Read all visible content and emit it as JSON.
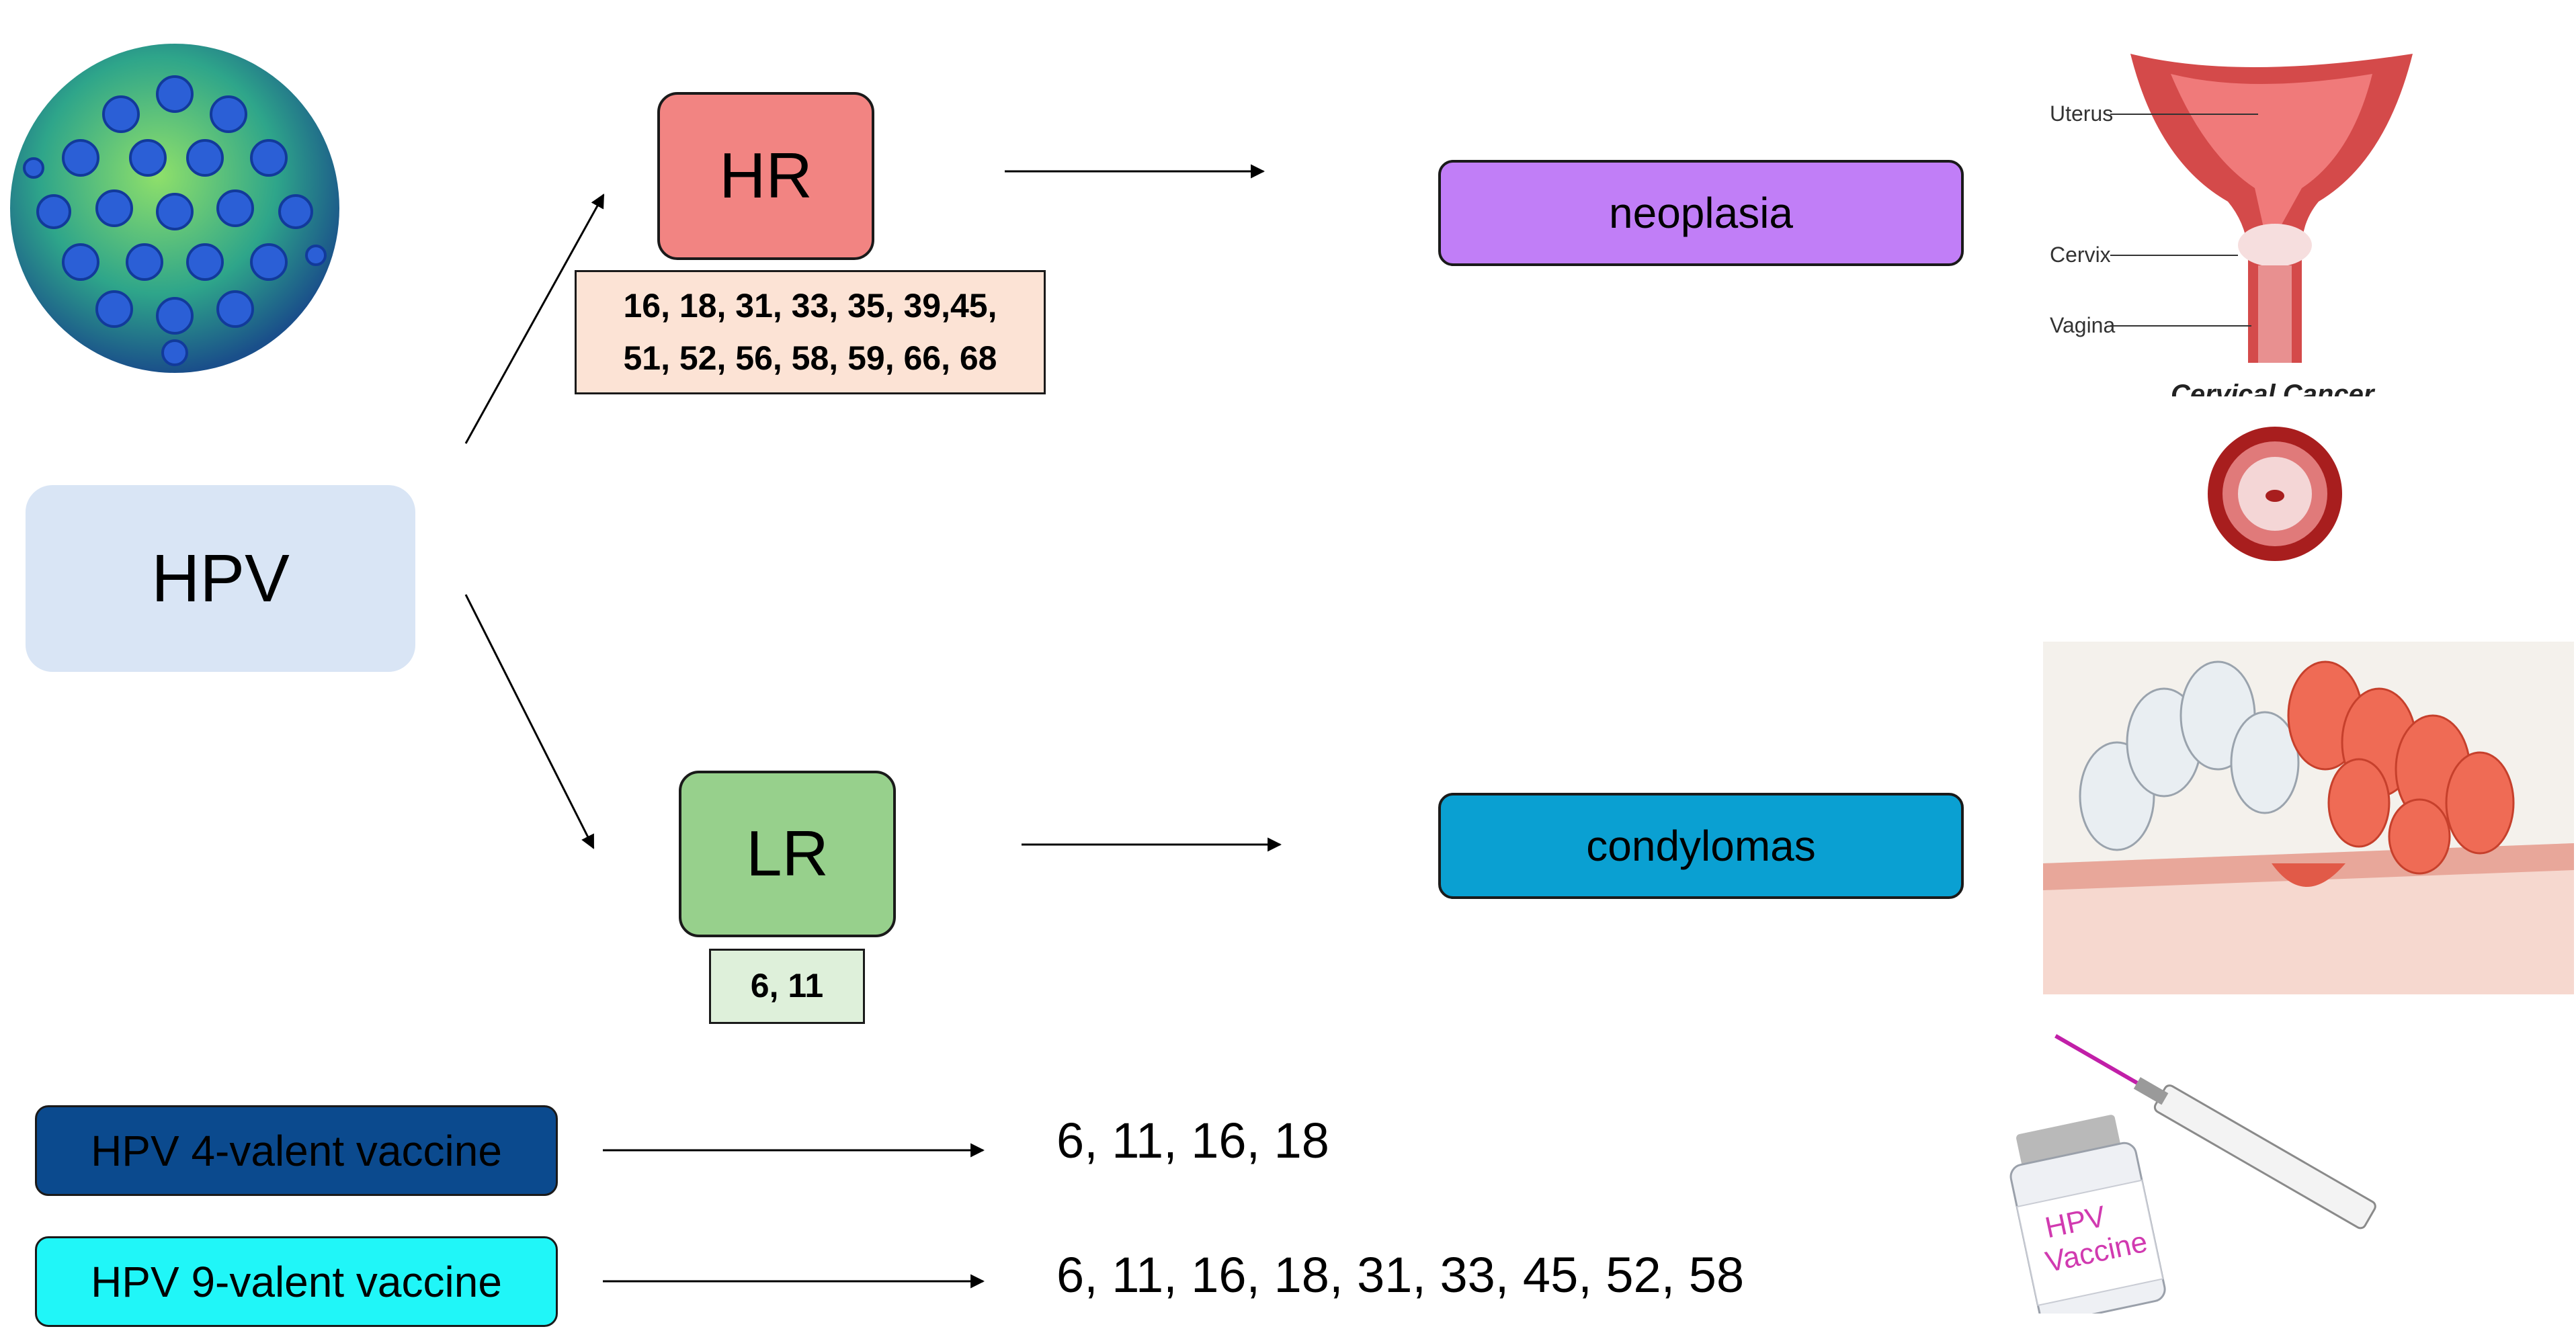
{
  "hpv_label": "HPV",
  "high_risk": {
    "label": "HR",
    "types_line1": "16, 18, 31, 33, 35, 39,45,",
    "types_line2": "51, 52, 56, 58, 59, 66, 68",
    "outcome": "neoplasia"
  },
  "low_risk": {
    "label": "LR",
    "types": "6, 11",
    "outcome": "condylomas"
  },
  "vaccines": [
    {
      "name": "HPV 4-valent vaccine",
      "types": "6, 11, 16, 18"
    },
    {
      "name": "HPV 9-valent vaccine",
      "types": "6, 11, 16, 18, 31, 33, 45, 52, 58"
    }
  ],
  "anatomy_labels": {
    "uterus": "Uterus",
    "cervix": "Cervix",
    "vagina": "Vagina",
    "caption": "Cervical Cancer"
  },
  "vaccine_vial_text": {
    "line1": "HPV",
    "line2": "Vaccine"
  },
  "colors": {
    "hpv_box": "#d9e5f5",
    "hr_box": "#f28482",
    "lr_box": "#97d08c",
    "hr_types_box": "#fce3d5",
    "lr_types_box": "#def0da",
    "neoplasia_box": "#c17ef7",
    "condylomas_box": "#0aa0d2",
    "vaccine4_box": "#0b4a8e",
    "vaccine9_box": "#20f6f8"
  },
  "icons": [
    "virus-particle-icon",
    "uterus-anatomy-icon",
    "cervix-cross-section-icon",
    "genital-wart-tissue-icon",
    "vaccine-vial-syringe-icon"
  ]
}
